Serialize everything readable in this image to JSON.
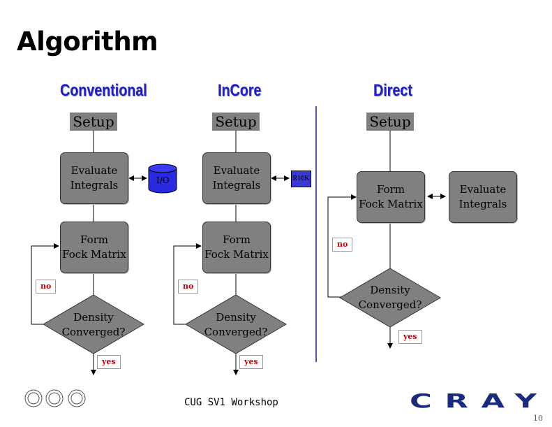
{
  "slide": {
    "title": "Algorithm",
    "page_number": "10"
  },
  "footer": {
    "text": "CUG SV1 Workshop",
    "logo_text": "CRAY"
  },
  "colors": {
    "box_fill": "#808080",
    "title_blue": "#1f1fd0",
    "tag_red": "#cc0000",
    "io_blue": "#3a3ad0"
  },
  "columns": {
    "conventional": {
      "title": "Conventional",
      "setup": "Setup",
      "evaluate": "Evaluate\nIntegrals",
      "io": "I/O",
      "form": "Form\nFock Matrix",
      "decision": "Density\nConverged?",
      "no": "no",
      "yes": "yes"
    },
    "incore": {
      "title": "InCore",
      "setup": "Setup",
      "evaluate": "Evaluate\nIntegrals",
      "memory": "R10K",
      "form": "Form\nFock Matrix",
      "decision": "Density\nConverged?",
      "no": "no",
      "yes": "yes"
    },
    "direct": {
      "title": "Direct",
      "setup": "Setup",
      "form": "Form\nFock Matrix",
      "evaluate": "Evaluate\nIntegrals",
      "decision": "Density\nConverged?",
      "no": "no",
      "yes": "yes"
    }
  }
}
